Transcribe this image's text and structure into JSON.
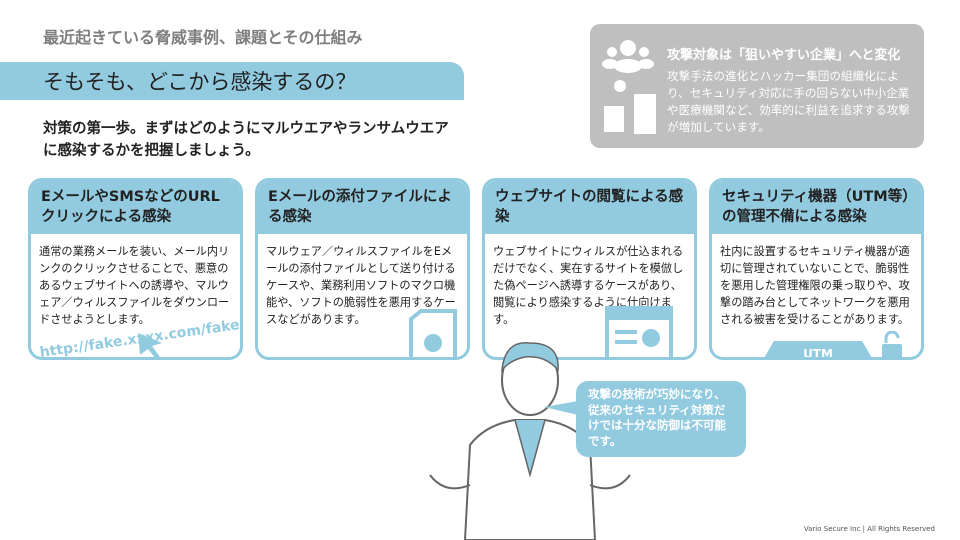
{
  "header": {
    "subtitle": "最近起きている脅威事例、課題とその仕組み",
    "title": "そもそも、どこから感染するの？",
    "lead": "対策の第一歩。まずはどのようにマルウエアやランサムウエアに感染するかを把握しましょう。"
  },
  "info": {
    "heading": "攻撃対象は「狙いやすい企業」へと変化",
    "body": "攻撃手法の進化とハッカー集団の組織化により、セキュリティ対応に手の回らない中小企業や医療機関など、効率的に利益を追求する攻撃が増加しています。"
  },
  "cards": [
    {
      "title": "EメールやSMSなどのURLクリックによる感染",
      "body": "通常の業務メールを装い、メール内リンクのクリックさせることで、悪意のあるウェブサイトへの誘導や、マルウェア／ウィルスファイルをダウンロードさせようとします。",
      "extra": "http://fake.xxxx.com/fake"
    },
    {
      "title": "Eメールの添付ファイルによる感染",
      "body": "マルウェア／ウィルスファイルをEメールの添付ファイルとして送り付けるケースや、業務利用ソフトのマクロ機能や、ソフトの脆弱性を悪用するケースなどがあります。"
    },
    {
      "title": "ウェブサイトの閲覧による感染",
      "body": "ウェブサイトにウィルスが仕込まれるだけでなく、実在するサイトを模倣した偽ページへ誘導するケースがあり、閲覧により感染するように仕向けます。"
    },
    {
      "title": "セキュリティ機器（UTM等）の管理不備による感染",
      "body": "社内に設置するセキュリティ機器が適切に管理されていないことで、脆弱性を悪用した管理権限の乗っ取りや、攻撃の踏み台としてネットワークを悪用される被害を受けることがあります。",
      "extra": "UTM"
    }
  ],
  "bubble": "攻撃の技術が巧妙になり、従来のセキュリティ対策だけでは十分な防御は不可能です。",
  "footer": "Vario Secure Inc | All Rights Reserved",
  "colors": {
    "accent": "#92cbe0",
    "gray": "#bfbfbf"
  }
}
